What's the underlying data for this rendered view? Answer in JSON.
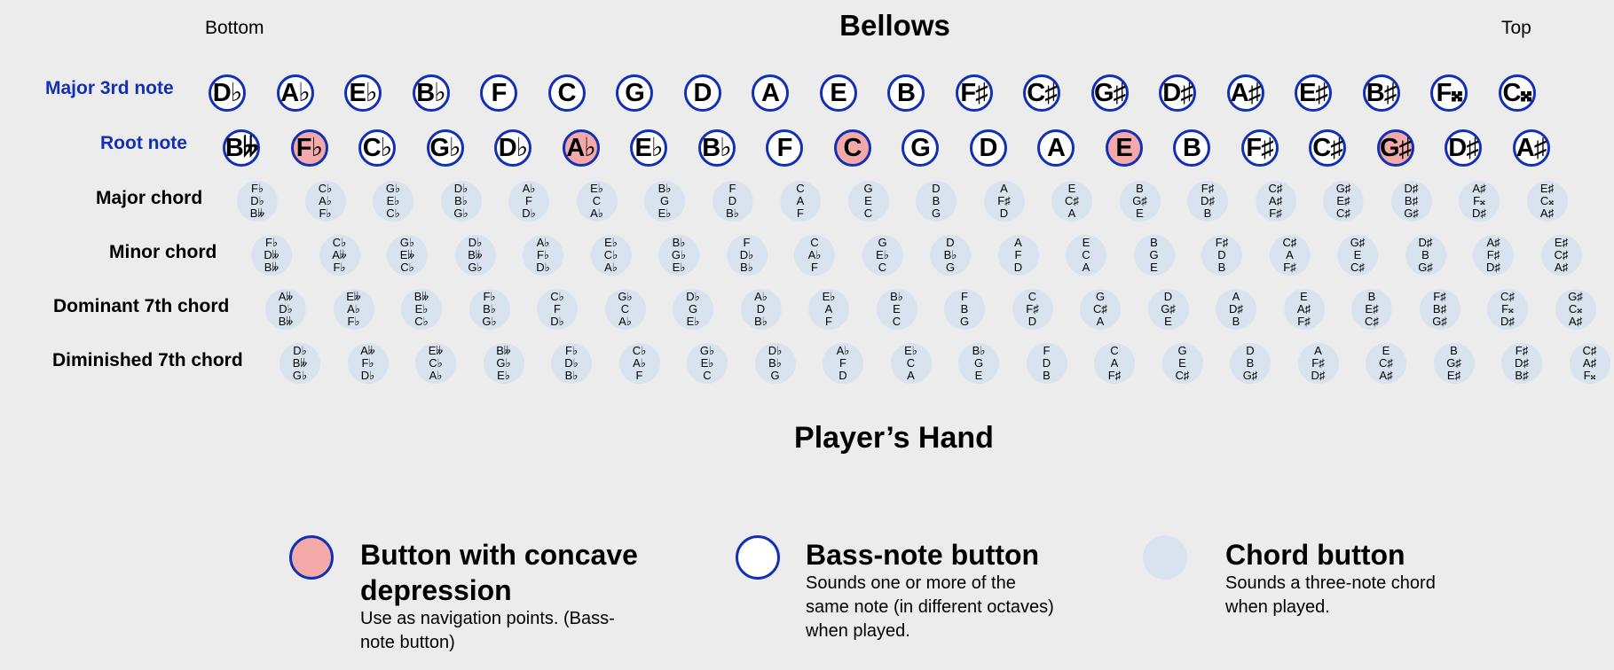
{
  "header": {
    "left": "Bottom",
    "title": "Bellows",
    "right": "Top"
  },
  "footer": {
    "title": "Player’s Hand"
  },
  "row_labels": {
    "major_third": "Major 3rd note",
    "root": "Root note",
    "major": "Major chord",
    "minor": "Minor chord",
    "dom7": "Dominant 7th chord",
    "dim7": "Diminished 7th chord"
  },
  "rows": {
    "major_third": {
      "notes": [
        "D♭",
        "A♭",
        "E♭",
        "B♭",
        "F",
        "C",
        "G",
        "D",
        "A",
        "E",
        "B",
        "F♯",
        "C♯",
        "G♯",
        "D♯",
        "A♯",
        "E♯",
        "B♯",
        "F𝄪",
        "C𝄪"
      ],
      "concave": []
    },
    "root": {
      "notes": [
        "B𝄫",
        "F♭",
        "C♭",
        "G♭",
        "D♭",
        "A♭",
        "E♭",
        "B♭",
        "F",
        "C",
        "G",
        "D",
        "A",
        "E",
        "B",
        "F♯",
        "C♯",
        "G♯",
        "D♯",
        "A♯"
      ],
      "concave": [
        1,
        5,
        9,
        13,
        17
      ]
    },
    "major": [
      [
        "F♭",
        "D♭",
        "B𝄫"
      ],
      [
        "C♭",
        "A♭",
        "F♭"
      ],
      [
        "G♭",
        "E♭",
        "C♭"
      ],
      [
        "D♭",
        "B♭",
        "G♭"
      ],
      [
        "A♭",
        "F",
        "D♭"
      ],
      [
        "E♭",
        "C",
        "A♭"
      ],
      [
        "B♭",
        "G",
        "E♭"
      ],
      [
        "F",
        "D",
        "B♭"
      ],
      [
        "C",
        "A",
        "F"
      ],
      [
        "G",
        "E",
        "C"
      ],
      [
        "D",
        "B",
        "G"
      ],
      [
        "A",
        "F♯",
        "D"
      ],
      [
        "E",
        "C♯",
        "A"
      ],
      [
        "B",
        "G♯",
        "E"
      ],
      [
        "F♯",
        "D♯",
        "B"
      ],
      [
        "C♯",
        "A♯",
        "F♯"
      ],
      [
        "G♯",
        "E♯",
        "C♯"
      ],
      [
        "D♯",
        "B♯",
        "G♯"
      ],
      [
        "A♯",
        "F𝄪",
        "D♯"
      ],
      [
        "E♯",
        "C𝄪",
        "A♯"
      ]
    ],
    "minor": [
      [
        "F♭",
        "D𝄫",
        "B𝄫"
      ],
      [
        "C♭",
        "A𝄫",
        "F♭"
      ],
      [
        "G♭",
        "E𝄫",
        "C♭"
      ],
      [
        "D♭",
        "B𝄫",
        "G♭"
      ],
      [
        "A♭",
        "F♭",
        "D♭"
      ],
      [
        "E♭",
        "C♭",
        "A♭"
      ],
      [
        "B♭",
        "G♭",
        "E♭"
      ],
      [
        "F",
        "D♭",
        "B♭"
      ],
      [
        "C",
        "A♭",
        "F"
      ],
      [
        "G",
        "E♭",
        "C"
      ],
      [
        "D",
        "B♭",
        "G"
      ],
      [
        "A",
        "F",
        "D"
      ],
      [
        "E",
        "C",
        "A"
      ],
      [
        "B",
        "G",
        "E"
      ],
      [
        "F♯",
        "D",
        "B"
      ],
      [
        "C♯",
        "A",
        "F♯"
      ],
      [
        "G♯",
        "E",
        "C♯"
      ],
      [
        "D♯",
        "B",
        "G♯"
      ],
      [
        "A♯",
        "F♯",
        "D♯"
      ],
      [
        "E♯",
        "C♯",
        "A♯"
      ]
    ],
    "dom7": [
      [
        "A𝄫",
        "D♭",
        "B𝄫"
      ],
      [
        "E𝄫",
        "A♭",
        "F♭"
      ],
      [
        "B𝄫",
        "E♭",
        "C♭"
      ],
      [
        "F♭",
        "B♭",
        "G♭"
      ],
      [
        "C♭",
        "F",
        "D♭"
      ],
      [
        "G♭",
        "C",
        "A♭"
      ],
      [
        "D♭",
        "G",
        "E♭"
      ],
      [
        "A♭",
        "D",
        "B♭"
      ],
      [
        "E♭",
        "A",
        "F"
      ],
      [
        "B♭",
        "E",
        "C"
      ],
      [
        "F",
        "B",
        "G"
      ],
      [
        "C",
        "F♯",
        "D"
      ],
      [
        "G",
        "C♯",
        "A"
      ],
      [
        "D",
        "G♯",
        "E"
      ],
      [
        "A",
        "D♯",
        "B"
      ],
      [
        "E",
        "A♯",
        "F♯"
      ],
      [
        "B",
        "E♯",
        "C♯"
      ],
      [
        "F♯",
        "B♯",
        "G♯"
      ],
      [
        "C♯",
        "F𝄪",
        "D♯"
      ],
      [
        "G♯",
        "C𝄪",
        "A♯"
      ]
    ],
    "dim7": [
      [
        "D♭",
        "B𝄫",
        "G♭"
      ],
      [
        "A𝄫",
        "F♭",
        "D♭"
      ],
      [
        "E𝄫",
        "C♭",
        "A♭"
      ],
      [
        "B𝄫",
        "G♭",
        "E♭"
      ],
      [
        "F♭",
        "D♭",
        "B♭"
      ],
      [
        "C♭",
        "A♭",
        "F"
      ],
      [
        "G♭",
        "E♭",
        "C"
      ],
      [
        "D♭",
        "B♭",
        "G"
      ],
      [
        "A♭",
        "F",
        "D"
      ],
      [
        "E♭",
        "C",
        "A"
      ],
      [
        "B♭",
        "G",
        "E"
      ],
      [
        "F",
        "D",
        "B"
      ],
      [
        "C",
        "A",
        "F♯"
      ],
      [
        "G",
        "E",
        "C♯"
      ],
      [
        "D",
        "B",
        "G♯"
      ],
      [
        "A",
        "F♯",
        "D♯"
      ],
      [
        "E",
        "C♯",
        "A♯"
      ],
      [
        "B",
        "G♯",
        "E♯"
      ],
      [
        "F♯",
        "D♯",
        "B♯"
      ],
      [
        "C♯",
        "A♯",
        "F𝄪"
      ]
    ]
  },
  "legend": {
    "concave": {
      "title": "Button with concave depression",
      "desc": "Use as navigation points. (Bass-note button)"
    },
    "bass": {
      "title": "Bass-note button",
      "desc": "Sounds one or more of the same note (in different octaves) when played."
    },
    "chord": {
      "title": "Chord button",
      "desc": "Sounds a three-note chord when played."
    }
  },
  "colors": {
    "blue": "#1230b4",
    "concave_fill": "#f4a9a9",
    "chord_fill": "#d8e3ef",
    "background": "#ececec"
  }
}
